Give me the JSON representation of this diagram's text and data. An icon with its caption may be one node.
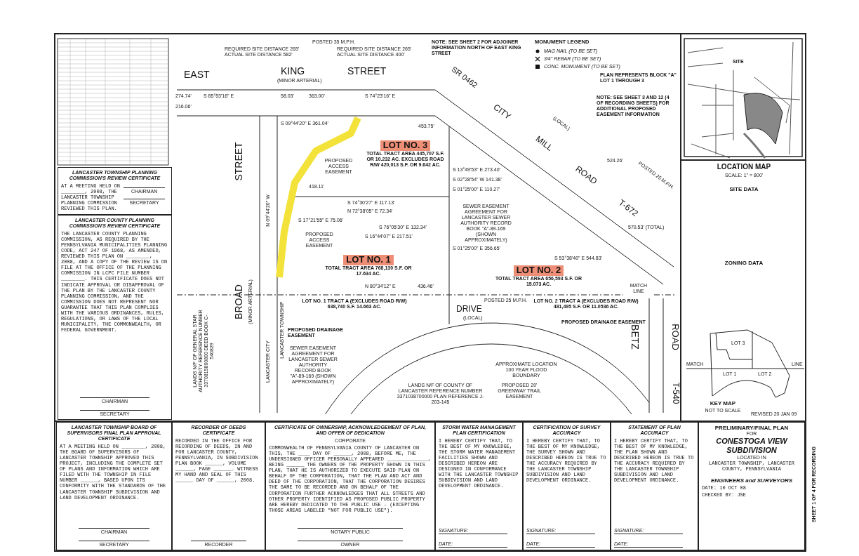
{
  "diagram": {
    "nodes": [
      {
        "text": [
          "LOT NO. 3",
          "TOTAL TRACT AREA 445,707 S.F. OR 10.232 AC. EXCLUDES ROAD R/W 420,013 S.F. OR 9.642 AC."
        ]
      },
      {
        "text": [
          "LOT NO. 1",
          "TOTAL TRACT AREA 768,130 S.F. OR 17.634 AC."
        ]
      },
      {
        "text": [
          "LOT NO. 2",
          "TOTAL TRACT AREA 656,593 S.F. OR 15.073 AC."
        ]
      },
      {
        "text": [
          "LANCASTER TOWNSHIP PLANNING COMMISSION'S REVIEW CERTIFICATE",
          "AT A MEETING HELD ON ________, 2008, THE LANCASTER TOWNSHIP PLANNING COMMISSION REVIEWED THIS PLAN.",
          "CHAIRMAN",
          "SECRETARY"
        ]
      },
      {
        "text": [
          "LANCASTER COUNTY PLANNING COMMISSION'S REVIEW CERTIFICATE",
          "THE LANCASTER COUNTY PLANNING COMMISSION, AS REQUIRED BY THE PENNSYLVANIA MUNICIPALITIES PLANNING CODE, ACT 247 OF 1968, AS AMENDED, REVIEWED THIS PLAN ON ________, 2008, AND A COPY OF THE REVIEW IS ON FILE AT THE OFFICE OF THE PLANNING COMMISSION IN LCPC FILE NUMBER ________. THIS CERTIFICATE DOES NOT INDICATE APPROVAL OR DISAPPROVAL OF THE PLAN BY THE LANCASTER COUNTY PLANNING COMMISSION, AND THE COMMISSION DOES NOT REPRESENT NOR GUARANTEE THAT THIS PLAN COMPLIES WITH THE VARIOUS ORDINANCES, RULES, REGULATIONS, OR LAWS OF THE LOCAL MUNICIPALITY, THE COMMONWEALTH, OR FEDERAL GOVERNMENT.",
          "CHAIRMAN",
          "SECRETARY"
        ]
      },
      {
        "text": [
          "LANCASTER TOWNSHIP BOARD OF SUPERVISORS FINAL PLAN APPROVAL CERTIFICATE",
          "AT A MEETING HELD ON ________, 2008, THE BOARD OF SUPERVISORS OF LANCASTER TOWNSHIP APPROVED THIS PROJECT, INCLUDING THE COMPLETE SET OF PLANS AND INFORMATION WHICH ARE FILED WITH THE TOWNSHIP IN FILE NUMBER ______, BASED UPON ITS CONFORMITY WITH THE STANDARDS OF THE LANCASTER TOWNSHIP SUBDIVISION AND LAND DEVELOPMENT ORDINANCE.",
          "CHAIRMAN",
          "SECRETARY"
        ]
      },
      {
        "text": [
          "RECORDER OF DEEDS CERTIFICATE",
          "RECORDED IN THE OFFICE FOR RECORDING OF DEEDS, IN AND FOR LANCASTER COUNTY, PENNSYLVANIA, IN SUBDIVISION PLAN BOOK ______, VOLUME ______, PAGE ______. WITNESS MY HAND AND SEAL OF THIS ______ DAY OF ______, 2008.",
          "RECORDER"
        ]
      },
      {
        "text": [
          "CERTIFICATE OF OWNERSHIP, ACKNOWLEDGEMENT OF PLAN, AND OFFER OF DEDICATION",
          "CORPORATE",
          "COMMONWEALTH OF PENNSYLVANIA COUNTY OF LANCASTER ON THIS, THE ____ DAY OF ______, 2008, BEFORE ME, THE UNDERSIGNED OFFICER PERSONALLY APPEARED ______________, BEING ______ THE OWNERS OF THE PROPERTY SHOWN IN THIS PLAN, THAT HE IS AUTHORIZED TO EXECUTE SAID PLAN ON BEHALF OF THE CORPORATION, THAT THE PLAN AND ACT AND DEED OF THE CORPORATION, THAT THE CORPORATION DESIRES THE SAME TO BE RECORDED AND ON BEHALF OF THE CORPORATION FURTHER ACKNOWLEDGES THAT ALL STREETS AND OTHER PROPERTY IDENTIFIED AS PROPOSED PUBLIC PROPERTY ARE HEREBY DEDICATED TO THE PUBLIC USE - (EXCEPTING THOSE AREAS LABELED \"NOT FOR PUBLIC USE\").",
          "NOTARY PUBLIC",
          "OWNER"
        ]
      },
      {
        "text": [
          "STORM WATER MANAGEMENT PLAN CERTIFICATION",
          "I HEREBY CERTIFY THAT, TO THE BEST OF MY KNOWLEDGE, THE STORM WATER MANAGEMENT FACILITIES SHOWN AND DESCRIBED HEREON ARE DESIGNED IN CONFORMANCE WITH THE LANCASTER TOWNSHIP SUBDIVISION AND LAND DEVELOPMENT ORDINANCE.",
          "SIGNATURE:",
          "DATE:"
        ]
      },
      {
        "text": [
          "CERTIFICATION OF SURVEY ACCURACY",
          "I HEREBY CERTIFY THAT, TO THE BEST OF MY KNOWLEDGE, THE SURVEY SHOWN AND DESCRIBED HEREON IS TRUE TO THE ACCURACY REQUIRED BY THE LANCASTER TOWNSHIP SUBDIVISION AND LAND DEVELOPMENT ORDINANCE.",
          "SIGNATURE:",
          "DATE:"
        ]
      },
      {
        "text": [
          "STATEMENT OF PLAN ACCURACY",
          "I HEREBY CERTIFY THAT, TO THE BEST OF MY KNOWLEDGE, THE PLAN SHOWN AND DESCRIBED HEREON IS TRUE TO THE ACCURACY REQUIRED BY THE LANCASTER TOWNSHIP SUBDIVISION AND LAND DEVELOPMENT ORDINANCE.",
          "SIGNATURE:",
          "DATE:"
        ]
      },
      {
        "text": [
          "PRELIMINARY/FINAL PLAN",
          "FOR",
          "CONESTOGA VIEW SUBDIVISION",
          "LOCATED IN",
          "LANCASTER TOWNSHIP, LANCASTER COUNTY, PENNSYLVANIA",
          "ENGINEERS and SURVEYORS",
          "DATE: 10 OCT 08",
          "CHECKED BY: JSE"
        ]
      }
    ],
    "labels": [
      "POSTED 35 M.P.H.",
      "REQUIRED SITE DISTANCE 265' ACTUAL SITE DISTANCE 582'",
      "REQUIRED SITE DISTANCE 265' ACTUAL SITE DISTANCE 400'",
      "NOTE: SEE SHEET 2 FOR ADJOINER INFORMATION NORTH OF EAST KING STREET",
      "MONUMENT LEGEND",
      "EAST",
      "KING",
      "(MINOR ARTERIAL)",
      "STREET",
      "274.74'",
      "S 85°53'16\" E",
      "58.03'",
      "363.00'",
      "S 74°23'16\" E",
      "216.06'",
      "SR 0462",
      "453.75'",
      "CITY",
      "MILL",
      "ROAD",
      "T-672",
      "(LOCAL)",
      "POSTED 25 M.P.H.",
      "S 53°38'40\" E 544.83'",
      "524.26'",
      "570.53' (TOTAL)",
      "PLAN REPRESENTS BLOCK \"A\" LOT 1 THROUGH 3",
      "NOTE: SEE SHEET 3 AND 12 (4 OF RECORDING SHEETS) FOR ADDITIONAL PROPOSED EASEMENT INFORMATION",
      "BROAD",
      "STREET",
      "(MINOR ARTERIAL)",
      "N 09°44'20\" W",
      "LANCASTER CITY",
      "LANCASTER TOWNSHIP",
      "LANDS N/F OF GENERAL STAR AUTHORITY REFERENCE NUMBER 3370815800800 DEED BOOK C-540829",
      "S 09°44'20\" E 361.04'",
      "418.11'",
      "S 74°30'27\" E 117.13'",
      "N 72°38'05\" E 72.34'",
      "S 17°21'55\" E 75.06'",
      "S 76°05'30\" E 132.34'",
      "S 16°44'07\" E 217.51'",
      "N 80°34'12\" E",
      "436.46'",
      "S 13°49'53\" E 273.40'",
      "S 02°28'54\" W 141.38'",
      "S 01°25'00\" E 110.27'",
      "S 01°25'00\" E 356.65'",
      "LOT NO. 1 TRACT A (EXCLUDES ROAD R/W) 638,740 S.F. 14.663 AC.",
      "LOT NO. 2 TRACT A (EXCLUDES ROAD R/W) 481,495 S.F. OR 11.0536 AC.",
      "DRIVE",
      "(LOCAL)",
      "POSTED 25 M.P.H.",
      "PROPOSED DRAINAGE EASEMENT",
      "SEWER EASEMENT AGREEMENT FOR LANCASTER SEWER AUTHORITY RECORD BOOK \"A\"-89-169 (SHOWN APPROXIMATELY)",
      "SEWER EASEMENT AGREEMENT FOR LANCASTER SEWER AUTHORITY RECORD BOOK \"A\"-89-169 (SHOWN APPROXIMATELY)",
      "PROPOSED DRAINAGE EASEMENT",
      "APPROXIMATE LOCATION 100 YEAR FLOOD BOUNDARY",
      "LANDS N/F OF COUNTY OF LANCASTER REFERENCE NUMBER 3371038700000 PLAN REFERENCE J-203-145",
      "PROPOSED 20' GREENWAY TRAIL EASEMENT",
      "BETZ",
      "ROAD",
      "T-540",
      "MATCH LINE",
      "PROPOSED ACCESS EASEMENT",
      "PROPOSED ACCESS EASEMENT",
      "SITE",
      "LOCATION MAP",
      "SCALE: 1\" = 800'",
      "SITE DATA",
      "ZONING DATA",
      "LOT 3",
      "MATCH",
      "LINE",
      "LOT 1",
      "LOT 2",
      "KEY MAP",
      "NOT TO SCALE",
      "REVISED 20 JAN 09",
      "SHEET 1 OF 4 FOR RECORDING"
    ],
    "legend": [
      {
        "text": "MAG NAIL (TO BE SET)"
      },
      {
        "text": "3/4\" REBAR (TO BE SET)"
      },
      {
        "text": "CONC. MONUMENT (TO BE SET)"
      }
    ]
  }
}
